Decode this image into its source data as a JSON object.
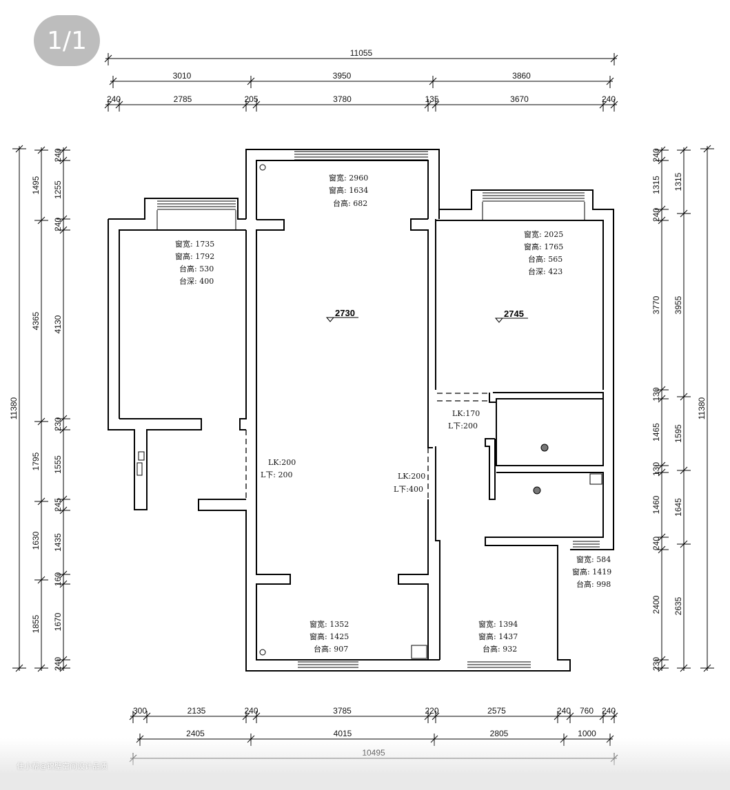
{
  "page_indicator": "1/1",
  "watermark": "住小帮@锦壁空间设计品质",
  "dimensions": {
    "top_total": "11055",
    "top_mid": [
      "3010",
      "3950",
      "3860"
    ],
    "top_inner": [
      "240",
      "2785",
      "205",
      "3780",
      "135",
      "3670",
      "240"
    ],
    "bottom_inner": [
      "300",
      "2135",
      "240",
      "3785",
      "220",
      "2575",
      "240",
      "760",
      "240"
    ],
    "bottom_mid": [
      "2405",
      "4015",
      "2805",
      "1000"
    ],
    "bottom_total": "10495",
    "left_total": "11380",
    "left_mid": [
      "1495",
      "4365",
      "1795",
      "1630",
      "1855"
    ],
    "left_inner": [
      "240",
      "1255",
      "240",
      "4130",
      "230",
      "1555",
      "245",
      "1435",
      "160",
      "1670",
      "240"
    ],
    "right_total": "11380",
    "right_mid": [
      "1315",
      "3955",
      "1595",
      "1645",
      "2635"
    ],
    "right_inner": [
      "240",
      "1315",
      "240",
      "3770",
      "130",
      "1465",
      "130",
      "1460",
      "240",
      "2400",
      "230"
    ]
  },
  "ceiling_heights": {
    "living": "2730",
    "bedroom": "2745"
  },
  "window_notes": {
    "left_room": [
      "窗宽: 1735",
      "窗高: 1792",
      "台高: 530",
      "台深: 400"
    ],
    "top_center": [
      "窗宽: 2960",
      "窗高: 1634",
      "台高: 682"
    ],
    "right_bedroom": [
      "窗宽: 2025",
      "窗高: 1765",
      "台高: 565",
      "台深: 423"
    ],
    "bathroom": [
      "窗宽: 584",
      "窗高: 1419",
      "台高: 998"
    ],
    "bottom_center": [
      "窗宽: 1352",
      "窗高: 1425",
      "台高: 907"
    ],
    "bottom_right": [
      "窗宽: 1394",
      "窗高: 1437",
      "台高: 932"
    ]
  },
  "door_notes": {
    "left_opening": [
      "LK:200",
      "L下: 200"
    ],
    "center_opening": [
      "LK:200",
      "L下:400"
    ],
    "corridor_opening": [
      "LK:170",
      "L下:200"
    ]
  }
}
